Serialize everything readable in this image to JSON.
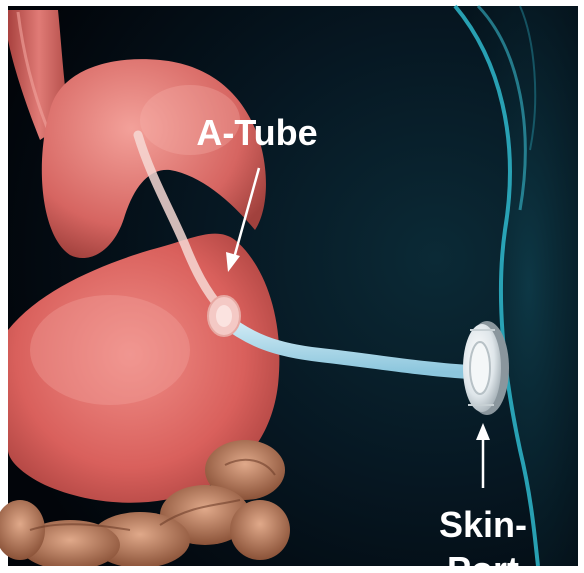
{
  "labels": {
    "tube": "A-Tube",
    "port_line1": "Skin-",
    "port_line2": "Port"
  },
  "colors": {
    "background": "#03070d",
    "body_outline": "#2fb9cc",
    "stomach": "#d9605c",
    "stomach_light": "#f08e88",
    "esophagus": "#c05450",
    "intestine": "#b8785a",
    "tube": "#a8d8ea",
    "label_text": "#ffffff",
    "border": "#ffffff"
  }
}
